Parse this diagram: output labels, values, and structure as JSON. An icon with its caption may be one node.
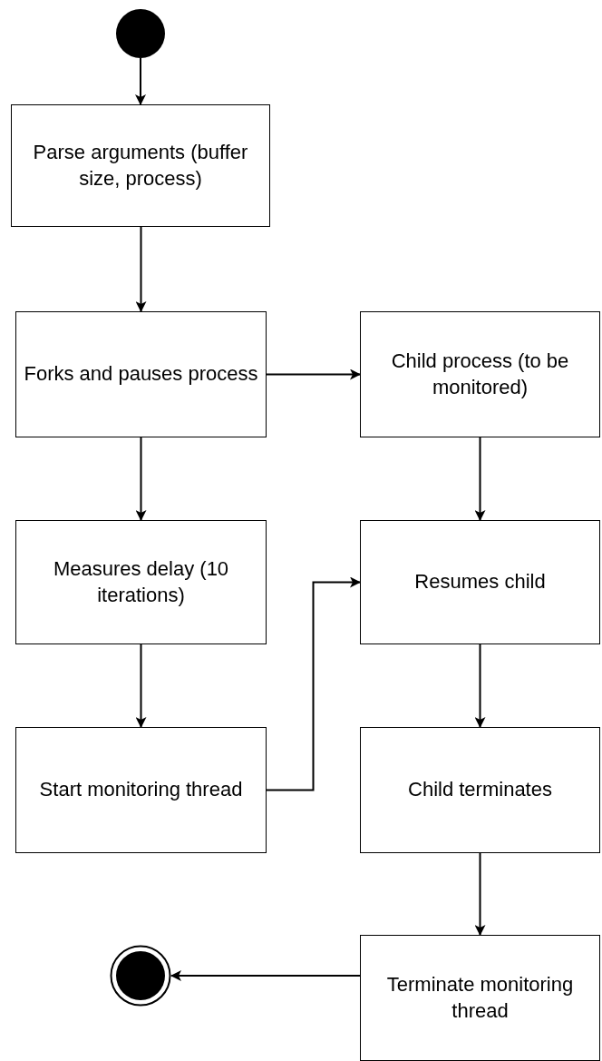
{
  "diagram": {
    "nodes": [
      {
        "text": [],
        "shape": "circle"
      },
      {
        "text": [
          "Parse arguments (buffer size, process)"
        ]
      },
      {
        "text": [
          "Forks and pauses process"
        ]
      },
      {
        "text": [
          "Child process (to be monitored)"
        ]
      },
      {
        "text": [
          "Measures delay (10 iterations)"
        ]
      },
      {
        "text": [
          "Resumes child"
        ]
      },
      {
        "text": [
          "Start monitoring thread"
        ]
      },
      {
        "text": [
          "Child terminates"
        ]
      },
      {
        "text": [
          "Terminate monitoring thread"
        ]
      },
      {
        "text": [],
        "shape": "circle"
      }
    ],
    "edges": [
      {
        "from": 0,
        "to": 1,
        "arrow": "to"
      },
      {
        "from": 1,
        "to": 2,
        "arrow": "to"
      },
      {
        "from": 2,
        "to": 3,
        "arrow": "to"
      },
      {
        "from": 2,
        "to": 4,
        "arrow": "to"
      },
      {
        "from": 3,
        "to": 5,
        "arrow": "to"
      },
      {
        "from": 4,
        "to": 6,
        "arrow": "to"
      },
      {
        "from": 6,
        "to": 5,
        "arrow": "to"
      },
      {
        "from": 5,
        "to": 7,
        "arrow": "to"
      },
      {
        "from": 7,
        "to": 8,
        "arrow": "to"
      },
      {
        "from": 8,
        "to": 9,
        "arrow": "to"
      }
    ]
  }
}
